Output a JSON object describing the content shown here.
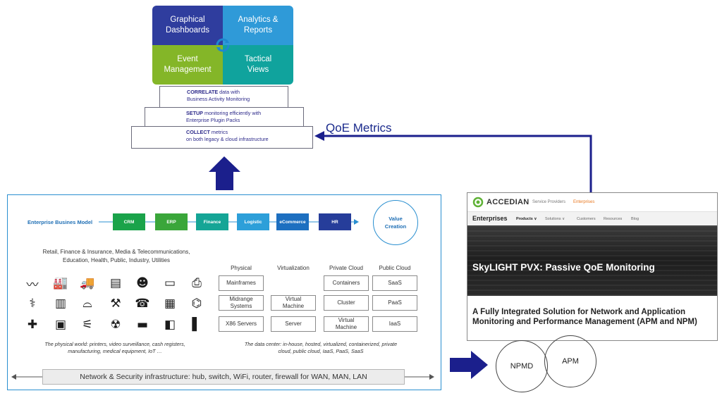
{
  "quadrants": {
    "graphical_dashboards": "Graphical\nDashboards",
    "analytics_reports": "Analytics &\nReports",
    "event_management": "Event\nManagement",
    "tactical_views": "Tactical\nViews"
  },
  "layers": {
    "correlate_bold": "CORRELATE",
    "correlate_rest": " data with\nBusiness Activity Monitoring",
    "setup_bold": "SETUP",
    "setup_rest": " monitoring efficiently with\nEnterprise Plugin Packs",
    "collect_bold": "COLLECT",
    "collect_rest": " metrics\non both legacy & cloud infrastructure"
  },
  "qoe_label": "QoE Metrics",
  "enterprise": {
    "model_label": "Enterprise Busines Model",
    "chips": [
      {
        "label": "CRM",
        "color": "#1aa34a"
      },
      {
        "label": "ERP",
        "color": "#3aa63a"
      },
      {
        "label": "Finance",
        "color": "#15a596"
      },
      {
        "label": "Logistic",
        "color": "#2d9fd9"
      },
      {
        "label": "eCommerce",
        "color": "#1d6fc0"
      },
      {
        "label": "HR",
        "color": "#263d9a"
      }
    ],
    "value_creation": "Value\nCreation",
    "sectors": "Retail, Finance & Insurance, Media & Telecommunications,\nEducation, Health, Public, Industry, Utilities",
    "physical_caption": "The physical world: printers, video surveillance, cash registers,\nmanufacturing, medical equipment, IoT …",
    "datacenter_caption": "The data center: in-house, hosted, virtualized, containerized, private\ncloud, public cloud, IaaS, PaaS, SaaS",
    "network_bar": "Network & Security infrastructure: hub, switch, WiFi, router, firewall for WAN, MAN, LAN"
  },
  "infra": {
    "headers": [
      "Physical",
      "Virtualization",
      "Private Cloud",
      "Public Cloud"
    ],
    "physical": [
      "Mainframes",
      "Midrange\nSystems",
      "X86 Servers"
    ],
    "virtualization": [
      "",
      "Virtual\nMachine",
      "Server"
    ],
    "private_cloud": [
      "Containers",
      "Cluster",
      "Virtual\nMachine"
    ],
    "public_cloud": [
      "SaaS",
      "PaaS",
      "IaaS"
    ]
  },
  "icons": [
    [
      "heartbeat-icon",
      "factory-icon",
      "truck-icon",
      "cash-register-icon",
      "user-icon",
      "credit-card-icon",
      "printer-icon"
    ],
    [
      "syringe-icon",
      "building-icon",
      "satellite-dish-icon",
      "crane-icon",
      "telephone-icon",
      "server-icon",
      "router-icon"
    ],
    [
      "medical-cross-icon",
      "train-icon",
      "antenna-icon",
      "radiation-icon",
      "laptop-icon",
      "camera-icon",
      "barcode-icon"
    ]
  ],
  "website": {
    "logo": "ACCEDIAN",
    "top_links": [
      "Service Providers",
      "Enterprises"
    ],
    "nav_brand": "Enterprises",
    "nav_items": [
      "Products ∨",
      "Solutions ∨",
      "Customers",
      "Resources",
      "Blog"
    ],
    "hero_title": "SkyLIGHT PVX: Passive QoE Monitoring",
    "description": "A Fully Integrated Solution for Network and Application Monitoring and Performance Management (APM and NPM)"
  },
  "venn": {
    "left": "NPMD",
    "right": "APM"
  },
  "colors": {
    "arrow_navy": "#1b1f8c",
    "panel_border": "#2a8fd0",
    "accent_orange": "#e8771f"
  }
}
